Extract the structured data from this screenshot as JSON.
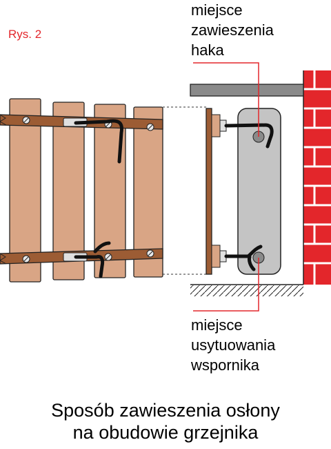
{
  "figure_label": "Rys. 2",
  "callouts": {
    "hook_place": [
      "miejsce",
      "zawieszenia",
      "haka"
    ],
    "bracket_place": [
      "miejsce",
      "usytuowania",
      "wspornika"
    ]
  },
  "caption": [
    "Sposób zawieszenia osłony",
    "na obudowie grzejnika"
  ],
  "colors": {
    "slat": "#d9a585",
    "rail": "#9c5c34",
    "brick": "#e3262b",
    "radiator": "#c4c4c4",
    "shelf": "#8a8a8a",
    "leader": "#e3262b"
  }
}
